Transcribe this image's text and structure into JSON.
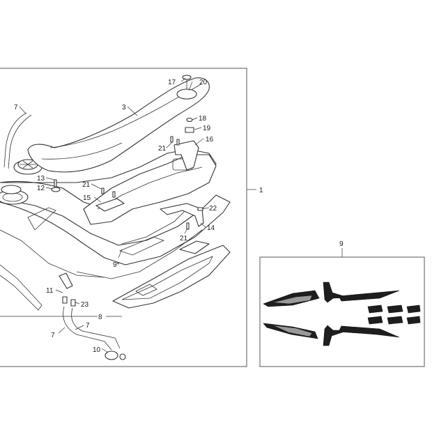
{
  "callouts": {
    "c1": "1",
    "c3": "3",
    "c7a": "7",
    "c7b": "7",
    "c7c": "7",
    "c8": "8",
    "c9": "9",
    "c9star": "9*",
    "c10": "10",
    "c11": "11",
    "c12": "12",
    "c13": "13",
    "c14": "14",
    "c15": "15",
    "c16": "16",
    "c17": "17",
    "c18": "18",
    "c19": "19",
    "c20": "20",
    "c21a": "21",
    "c21b": "21",
    "c21c": "21",
    "c22": "22",
    "c23": "23"
  }
}
